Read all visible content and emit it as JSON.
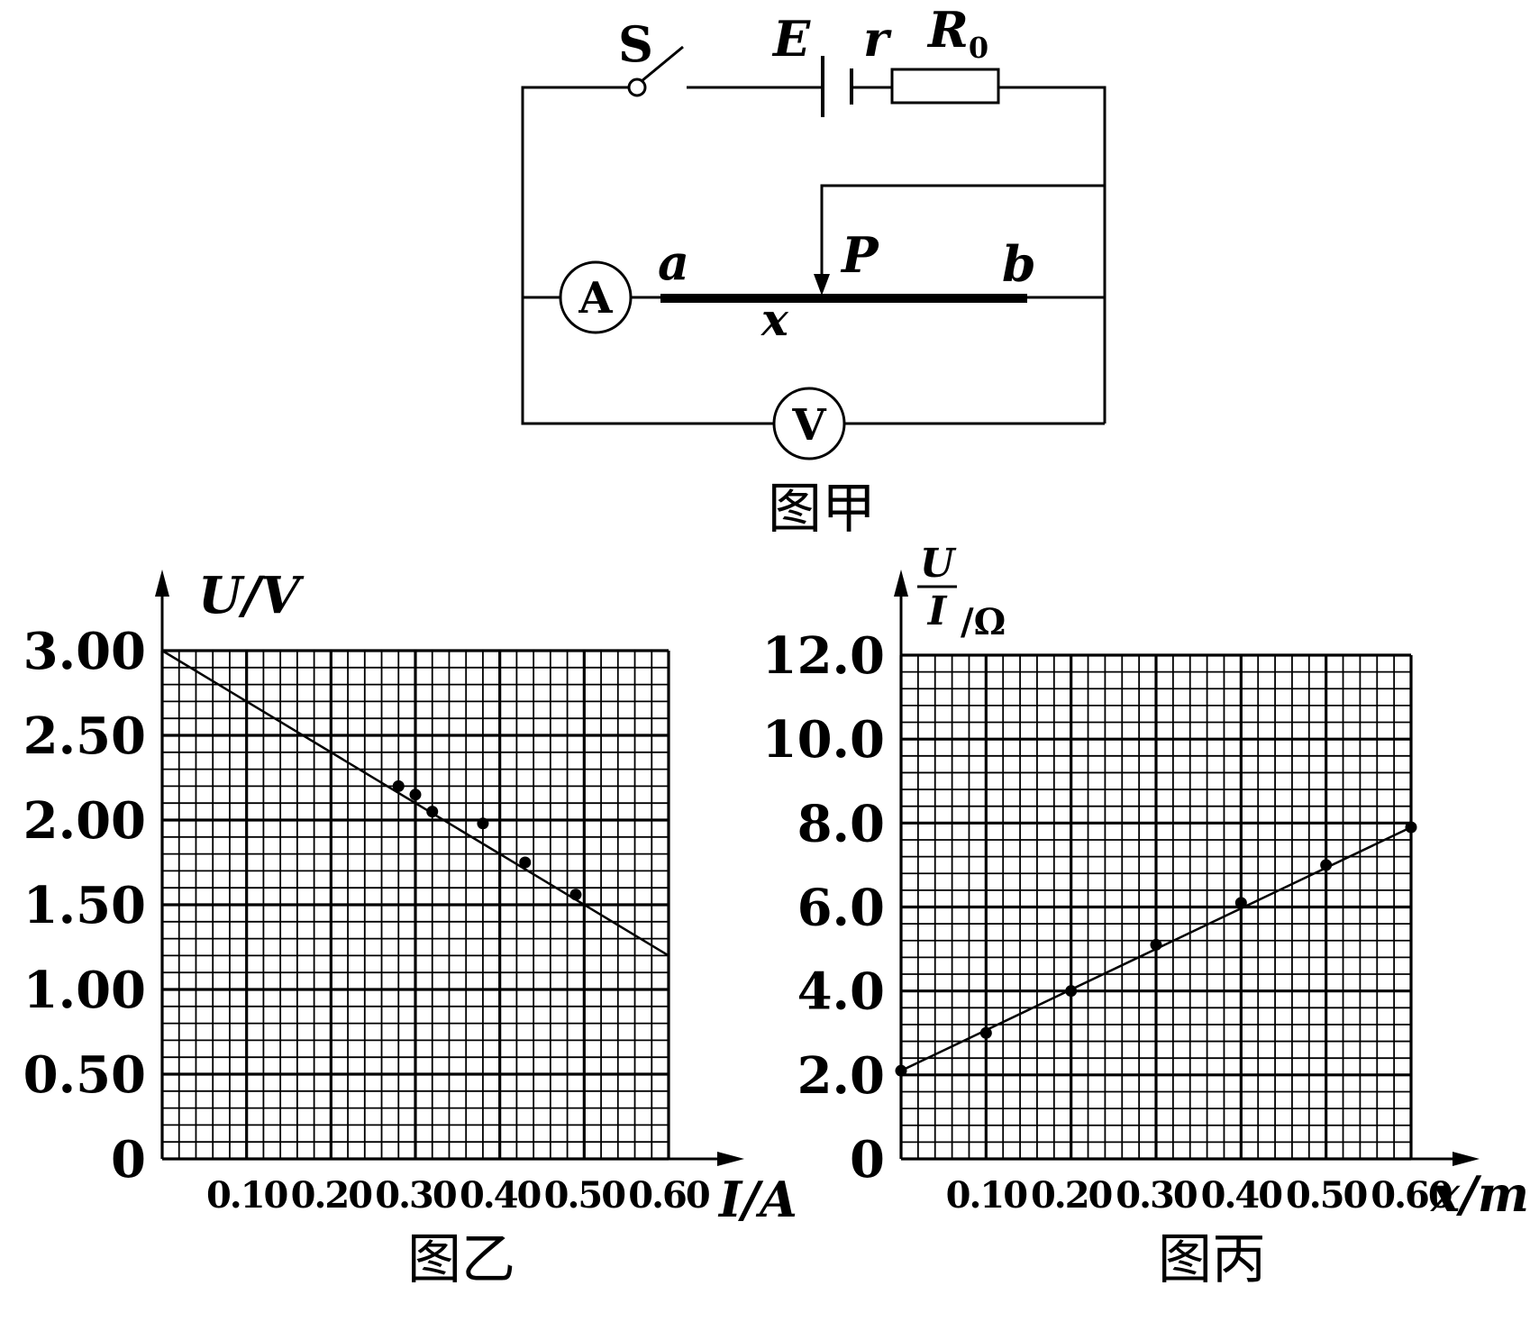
{
  "circuit": {
    "caption": "图甲",
    "labels": {
      "switch": "S",
      "emf": "E",
      "internal_r": "r",
      "r0_main": "R",
      "r0_sub": "0",
      "ammeter": "A",
      "voltmeter": "V",
      "end_a": "a",
      "end_b": "b",
      "slider": "P",
      "length": "x"
    }
  },
  "charts": [
    {
      "caption": "图乙",
      "y_label": "U/V",
      "x_label": "I/A",
      "y_ticks": [
        "3.00",
        "2.50",
        "2.00",
        "1.50",
        "1.00",
        "0.50",
        "0"
      ],
      "x_ticks": [
        "0.10",
        "0.20",
        "0.30",
        "0.40",
        "0.50",
        "0.60"
      ]
    },
    {
      "caption": "图丙",
      "y_label_num": "U",
      "y_label_den": "I",
      "y_label_unit": "/Ω",
      "x_label": "x/m",
      "y_ticks": [
        "12.0",
        "10.0",
        "8.0",
        "6.0",
        "4.0",
        "2.0",
        "0"
      ],
      "x_ticks": [
        "0.10",
        "0.20",
        "0.30",
        "0.40",
        "0.50",
        "0.60"
      ]
    }
  ],
  "chart_data": [
    {
      "type": "scatter",
      "xlabel": "I/A",
      "ylabel": "U/V",
      "xlim": [
        0,
        0.6
      ],
      "ylim": [
        0,
        3.0
      ],
      "points": [
        {
          "x": 0.28,
          "y": 2.2
        },
        {
          "x": 0.3,
          "y": 2.15
        },
        {
          "x": 0.32,
          "y": 2.05
        },
        {
          "x": 0.38,
          "y": 1.98
        },
        {
          "x": 0.43,
          "y": 1.75
        },
        {
          "x": 0.49,
          "y": 1.56
        }
      ],
      "fit_line": {
        "x": [
          0,
          0.6
        ],
        "y": [
          3.0,
          1.2
        ]
      }
    },
    {
      "type": "scatter",
      "xlabel": "x/m",
      "ylabel": "U/I /Ω",
      "xlim": [
        0,
        0.6
      ],
      "ylim": [
        0,
        12.0
      ],
      "points": [
        {
          "x": 0.0,
          "y": 2.1
        },
        {
          "x": 0.1,
          "y": 3.0
        },
        {
          "x": 0.2,
          "y": 4.0
        },
        {
          "x": 0.3,
          "y": 5.1
        },
        {
          "x": 0.4,
          "y": 6.1
        },
        {
          "x": 0.5,
          "y": 7.0
        },
        {
          "x": 0.6,
          "y": 7.9
        }
      ],
      "fit_line": {
        "x": [
          0,
          0.6
        ],
        "y": [
          2.1,
          7.9
        ]
      }
    }
  ]
}
